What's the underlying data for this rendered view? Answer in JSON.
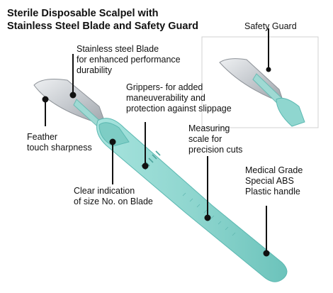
{
  "title": {
    "line1": "Sterile Disposable Scalpel with",
    "line2": "Stainless Steel Blade and Safety Guard"
  },
  "labels": {
    "safety_guard": "Safety Guard",
    "stainless_blade": [
      "Stainless steel Blade",
      "for enhanced performance",
      "durability"
    ],
    "grippers": [
      "Grippers- for added",
      "maneuverability and",
      "protection against slippage"
    ],
    "feather": [
      "Feather",
      "touch sharpness"
    ],
    "measuring_scale": [
      "Measuring",
      "scale for",
      "precision cuts"
    ],
    "size_indication": [
      "Clear indication",
      "of size No. on Blade"
    ],
    "handle_material": [
      "Medical Grade",
      "Special ABS",
      "Plastic handle"
    ]
  },
  "colors": {
    "handle": "#8fd6cf",
    "handle_dark": "#5bb8b1",
    "blade": "#c9ccd1",
    "callout": "#111111"
  }
}
